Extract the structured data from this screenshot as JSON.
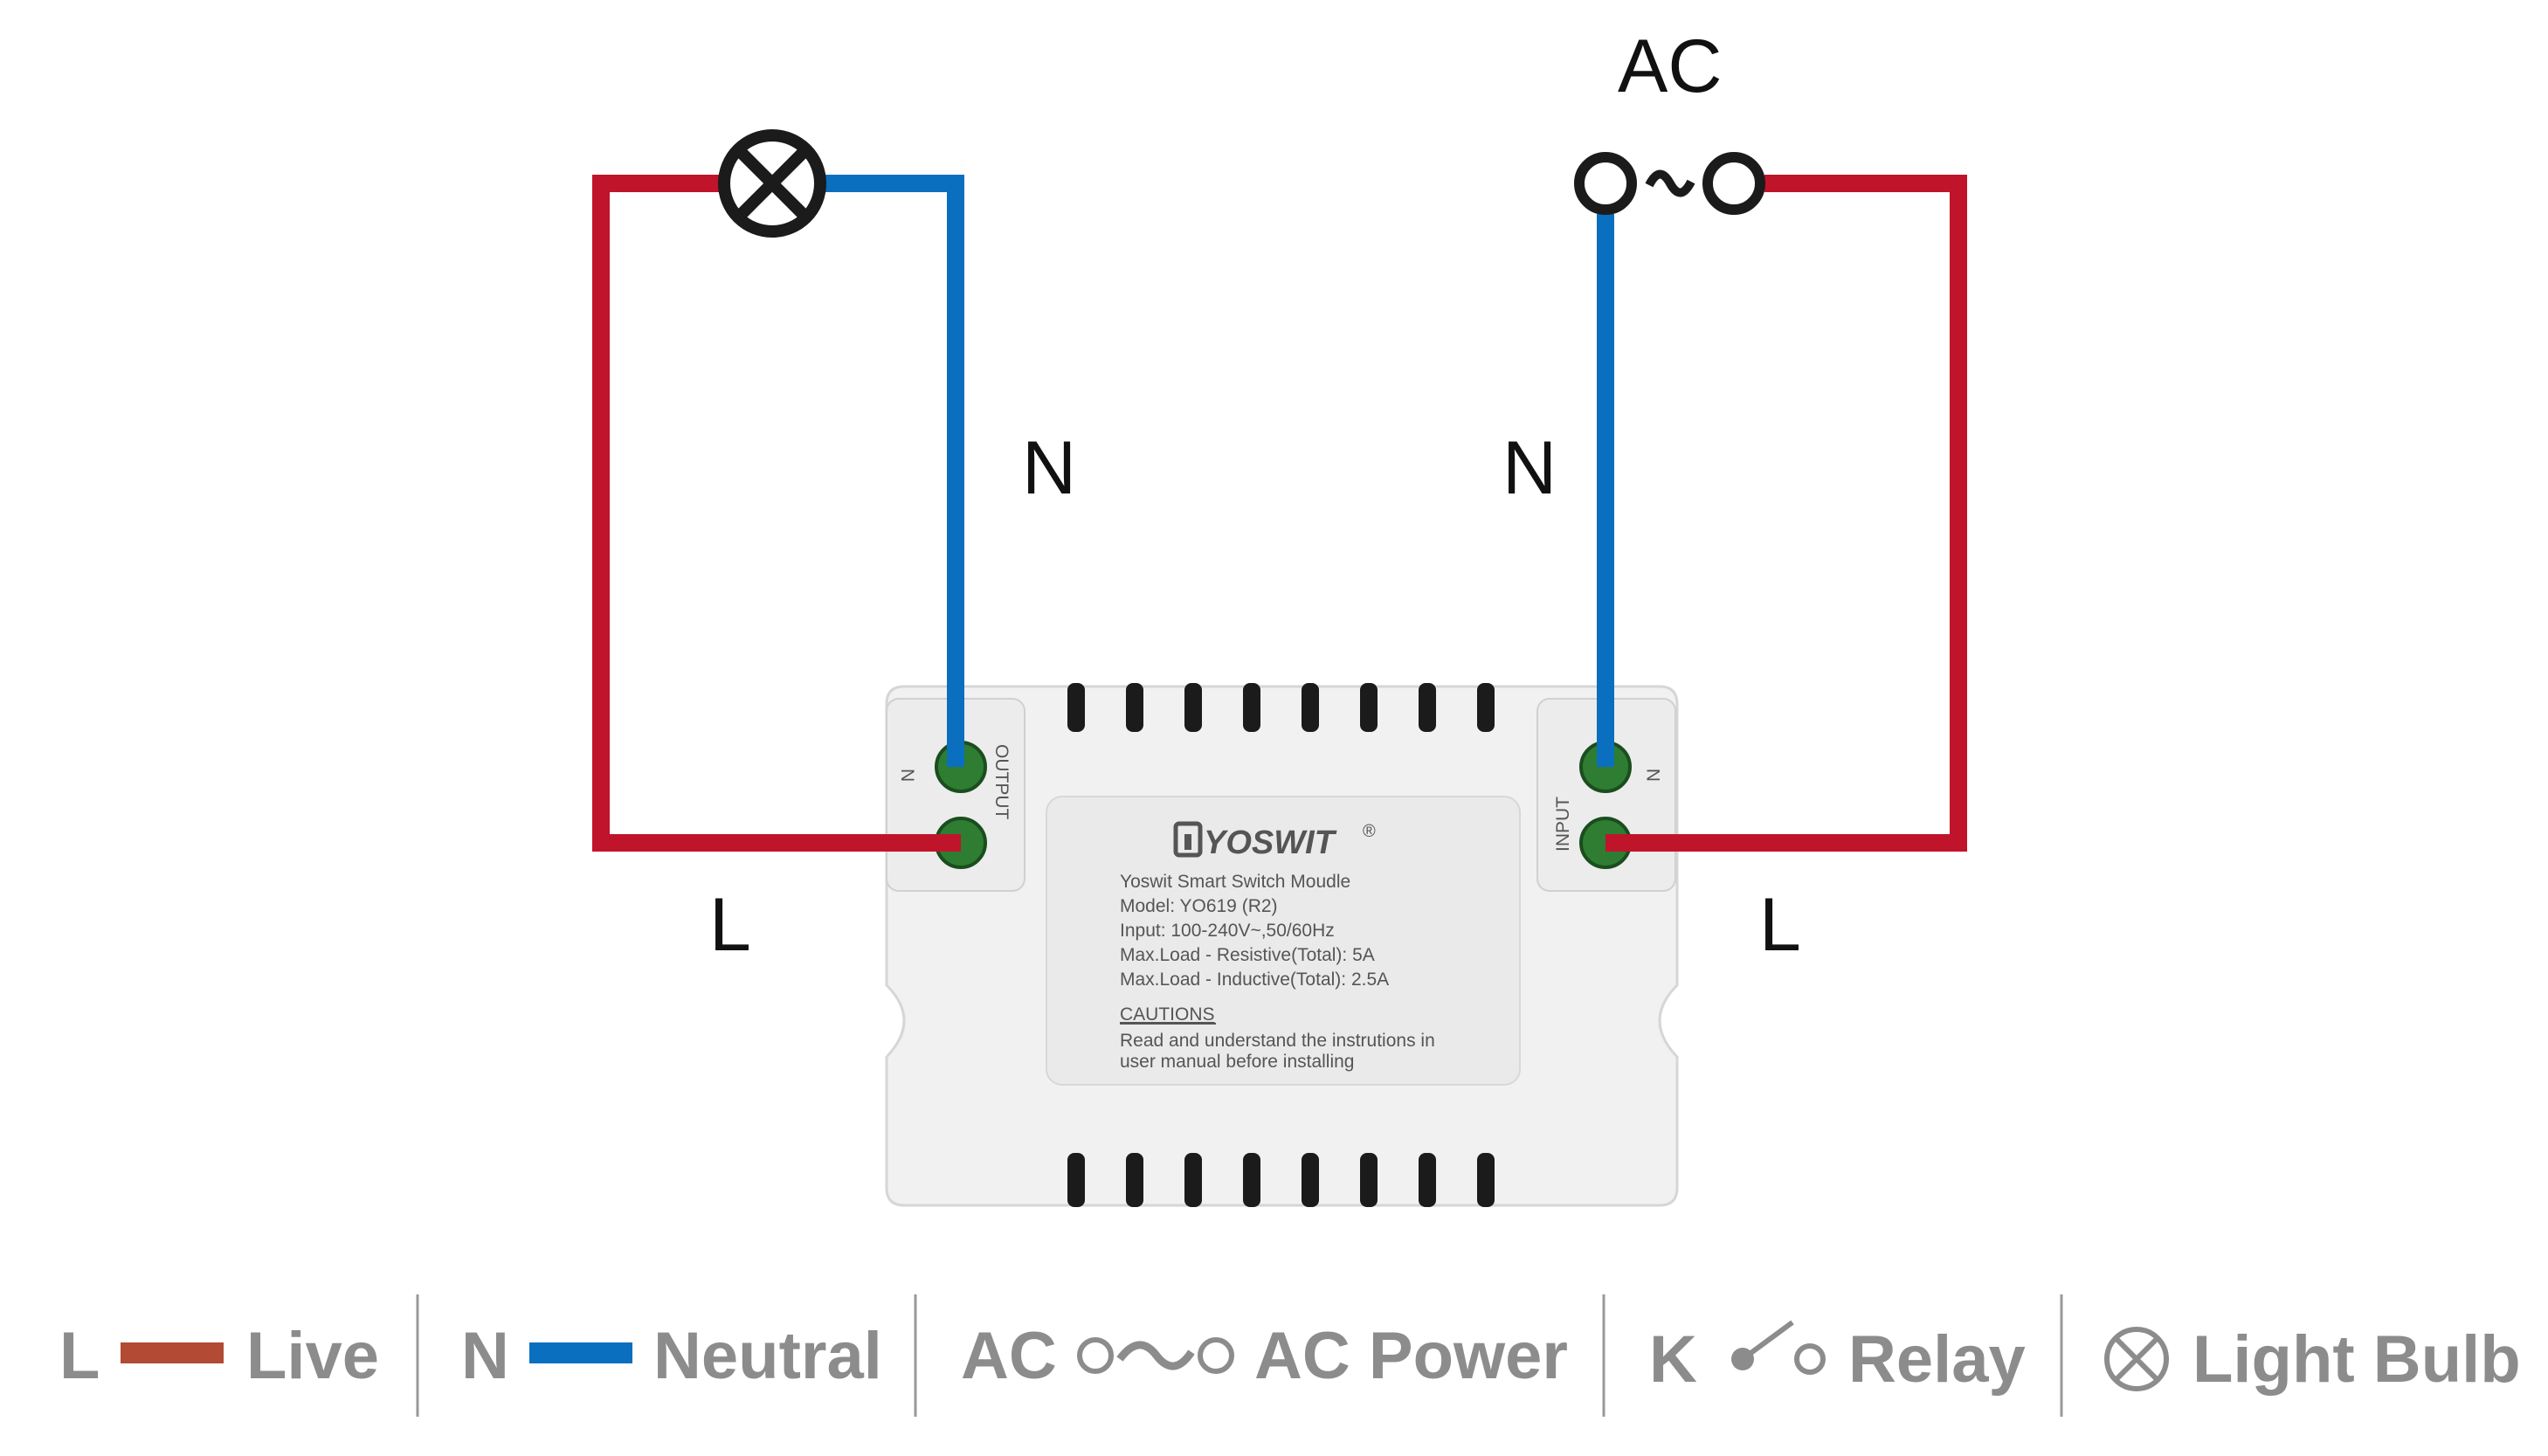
{
  "diagram": {
    "ac_label": "AC",
    "left_neutral_label": "N",
    "right_neutral_label": "N",
    "left_live_label": "L",
    "right_live_label": "L",
    "colors": {
      "live": "#c0142b",
      "neutral": "#0b6fbf",
      "terminal": "#2e7d32"
    }
  },
  "module": {
    "brand": "YOSWIT",
    "registered": "®",
    "output_label": "OUTPUT",
    "output_n": "N",
    "input_label": "INPUT",
    "input_n": "N",
    "lines": [
      "Yoswit Smart Switch Moudle",
      "Model: YO619 (R2)",
      "Input: 100-240V~,50/60Hz",
      "Max.Load - Resistive(Total): 5A",
      "Max.Load - Inductive(Total): 2.5A"
    ],
    "cautions_title": "CAUTIONS",
    "cautions_lines": [
      "Read and understand the instrutions in",
      "user manual before installing"
    ]
  },
  "legend": {
    "live": {
      "letter": "L",
      "text": "Live",
      "color": "#b24a34"
    },
    "neutral": {
      "letter": "N",
      "text": "Neutral",
      "color": "#0b6fbf"
    },
    "ac": {
      "letter": "AC",
      "text": "AC Power"
    },
    "relay": {
      "letter": "K",
      "text": "Relay"
    },
    "bulb": {
      "text": "Light Bulb"
    }
  }
}
